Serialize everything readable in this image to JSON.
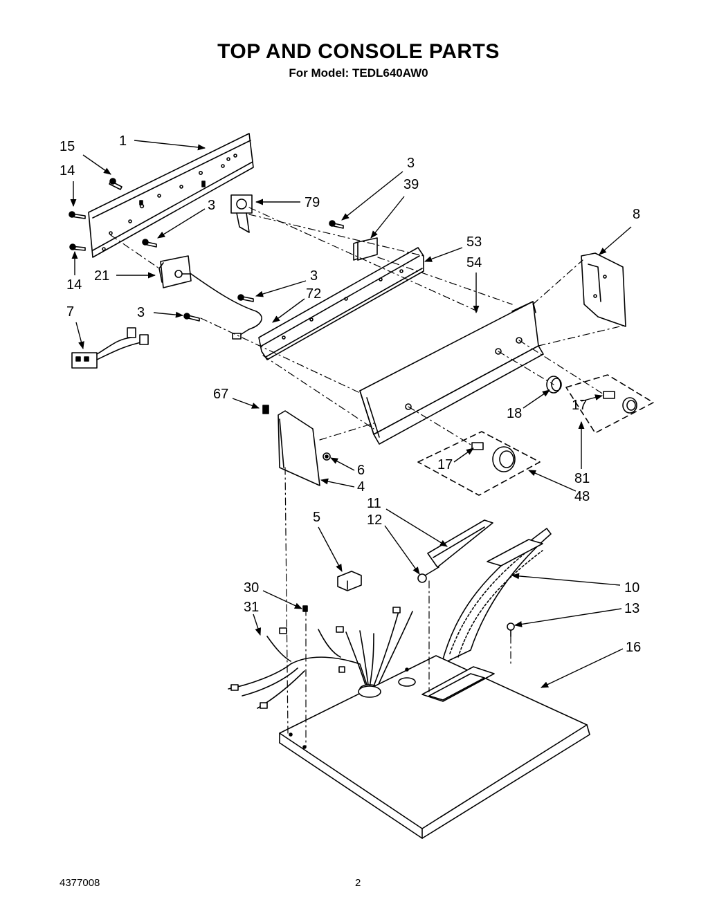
{
  "header": {
    "title": "TOP AND CONSOLE PARTS",
    "subtitle": "For Model: TEDL640AW0"
  },
  "footer": {
    "doc_number": "4377008",
    "page_number": "2"
  },
  "callouts": {
    "c1": "1",
    "c15": "15",
    "c14a": "14",
    "c14b": "14",
    "c3a": "3",
    "c3b": "3",
    "c3c": "3",
    "c3d": "3",
    "c39": "39",
    "c79": "79",
    "c21": "21",
    "c72": "72",
    "c7": "7",
    "c53": "53",
    "c54": "54",
    "c8": "8",
    "c67": "67",
    "c18": "18",
    "c17a": "17",
    "c17b": "17",
    "c81": "81",
    "c48": "48",
    "c6": "6",
    "c4": "4",
    "c11": "11",
    "c12": "12",
    "c5": "5",
    "c10": "10",
    "c30": "30",
    "c31": "31",
    "c13": "13",
    "c16": "16"
  }
}
